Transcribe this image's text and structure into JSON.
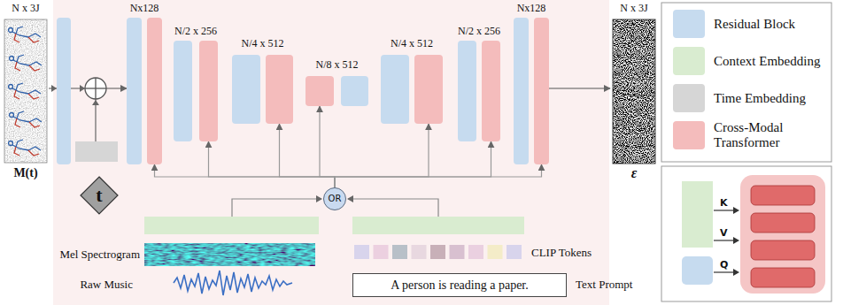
{
  "diagram": {
    "nodes": [
      {
        "text": [
          "N x 3J",
          "M(t)"
        ]
      },
      {
        "text": [
          "Nx128"
        ]
      },
      {
        "text": [
          "N/2 x 256"
        ]
      },
      {
        "text": [
          "N/4 x 512"
        ]
      },
      {
        "text": [
          "N/8 x 512"
        ]
      },
      {
        "text": [
          "N/4 x 512"
        ]
      },
      {
        "text": [
          "N/2 x 256"
        ]
      },
      {
        "text": [
          "Nx128"
        ]
      },
      {
        "text": [
          "N x 3J",
          "ε"
        ]
      },
      {
        "text": [
          "t"
        ]
      },
      {
        "text": [
          "OR"
        ]
      },
      {
        "text": [
          "A person is reading a paper."
        ]
      }
    ],
    "edges": [
      {
        "from": 0,
        "to": 1,
        "arrow": "to"
      },
      {
        "from": 10,
        "to": 1,
        "arrow": "to"
      },
      {
        "from": 10,
        "to": 2,
        "arrow": "to"
      },
      {
        "from": 10,
        "to": 3,
        "arrow": "to"
      },
      {
        "from": 10,
        "to": 4,
        "arrow": "to"
      },
      {
        "from": 10,
        "to": 5,
        "arrow": "to"
      },
      {
        "from": 10,
        "to": 6,
        "arrow": "to"
      },
      {
        "from": 10,
        "to": 7,
        "arrow": "to"
      },
      {
        "from": 7,
        "to": 8,
        "arrow": "to"
      }
    ],
    "labels": [
      "Mel Spectrogram",
      "Raw Music",
      "CLIP Tokens",
      "Text Prompt",
      "K",
      "V",
      "Q"
    ],
    "legend": [
      {
        "text": "Residual Block",
        "color": "#c6dbef"
      },
      {
        "text": "Context Embedding",
        "color": "#d9ecd0"
      },
      {
        "text": "Time Embedding",
        "color": "#d6d6d6"
      },
      {
        "text": "Cross-Modal Transformer",
        "color": "#f4bcbc"
      }
    ]
  }
}
